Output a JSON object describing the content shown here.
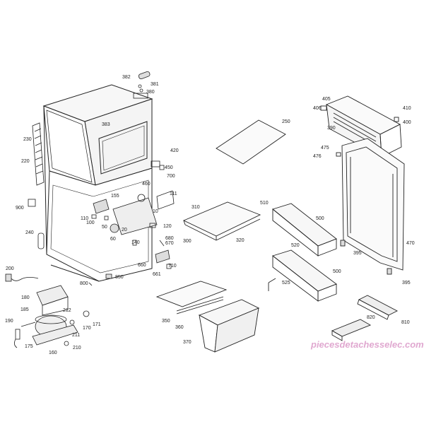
{
  "watermark": "piecesdetachesselec.com",
  "labels": {
    "l382": "382",
    "l381": "381",
    "l380": "380",
    "l383": "383",
    "l230": "230",
    "l220": "220",
    "l420": "420",
    "l450": "450",
    "l700": "700",
    "l460": "460",
    "l111": "111",
    "l155": "155",
    "l900": "900",
    "l110": "110",
    "l100": "100",
    "l50": "50",
    "l20": "20",
    "l10": "10",
    "l120": "120",
    "l60": "60",
    "l240": "240",
    "l140": "140",
    "l680": "680",
    "l670": "670",
    "l660": "660",
    "l710": "710",
    "l661": "661",
    "l850": "850",
    "l800": "800",
    "l200": "200",
    "l180": "180",
    "l185": "185",
    "l212": "212",
    "l190": "190",
    "l170": "170",
    "l171": "171",
    "l211": "211",
    "l175": "175",
    "l210": "210",
    "l160": "160",
    "l250": "250",
    "l310": "310",
    "l300": "300",
    "l320": "320",
    "l350": "350",
    "l360": "360",
    "l370": "370",
    "l510": "510",
    "l500a": "500",
    "l520": "520",
    "l500b": "500",
    "l525": "525",
    "l405": "405",
    "l406": "406",
    "l410": "410",
    "l400": "400",
    "l390": "390",
    "l475": "475",
    "l476": "476",
    "l470": "470",
    "l395a": "395",
    "l395b": "395",
    "l820": "820",
    "l810": "810"
  }
}
